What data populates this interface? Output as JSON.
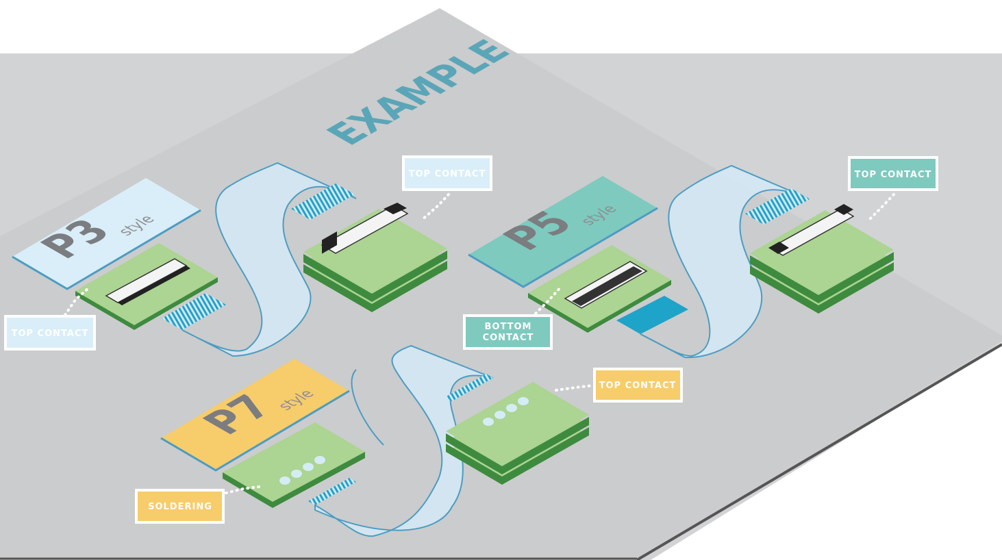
{
  "title": "EXAMPLE",
  "colors": {
    "floor": "#d5d6d8",
    "floor_back": "#cfd0d1",
    "board_top": "#acd492",
    "board_side": "#3e8b3f",
    "cable": "#d4e7f3",
    "cable_edge": "#4c9cc2",
    "accent_blue": "#1ea3c9",
    "p3": "#d9eef8",
    "p5": "#7ecabf",
    "p7": "#f7cc6a",
    "title_text": "#5aa6b8"
  },
  "groups": [
    {
      "id": "p3",
      "code": "P3",
      "suffix": "style",
      "left_label": "TOP CONTACT",
      "right_label": "TOP CONTACT"
    },
    {
      "id": "p5",
      "code": "P5",
      "suffix": "style",
      "left_label_line1": "BOTTOM",
      "left_label_line2": "CONTACT",
      "right_label": "TOP CONTACT"
    },
    {
      "id": "p7",
      "code": "P7",
      "suffix": "style",
      "left_label": "SOLDERING",
      "right_label": "TOP CONTACT"
    }
  ]
}
